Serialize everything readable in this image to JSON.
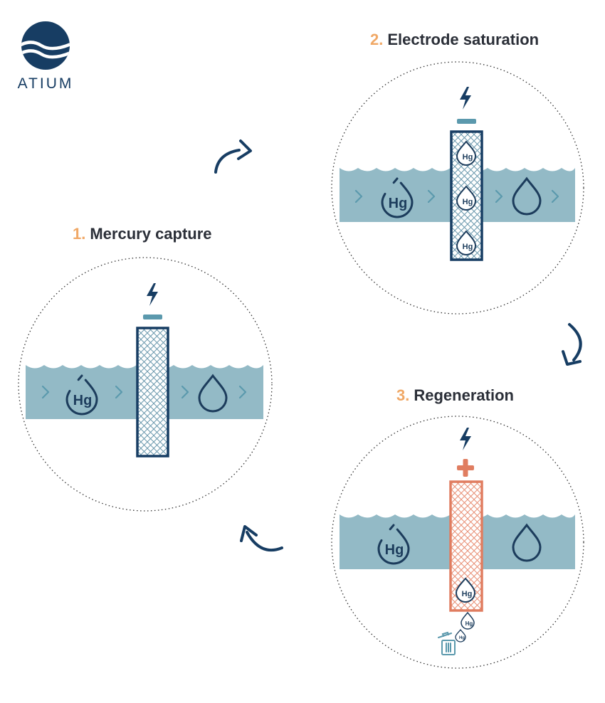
{
  "brand": {
    "name": "ATIUM"
  },
  "steps": [
    {
      "number": "1.",
      "label": "Mercury capture"
    },
    {
      "number": "2.",
      "label": "Electrode saturation"
    },
    {
      "number": "3.",
      "label": "Regeneration"
    }
  ],
  "symbols": {
    "mercury": "Hg",
    "negative_polarity": "minus",
    "positive_polarity": "plus"
  },
  "colors": {
    "navy": "#173d63",
    "water": "#93bac6",
    "water_text": "#1c3c5c",
    "accent_orange": "#f0a866",
    "electrode_positive": "#e07d60",
    "negative_bar": "#5b99ad",
    "arrow_light": "#5b99ad"
  },
  "icons": [
    "lightning-icon",
    "minus-icon",
    "plus-icon",
    "droplet-icon",
    "chevron-right-icon",
    "trash-icon",
    "cycle-arrow-icon"
  ]
}
